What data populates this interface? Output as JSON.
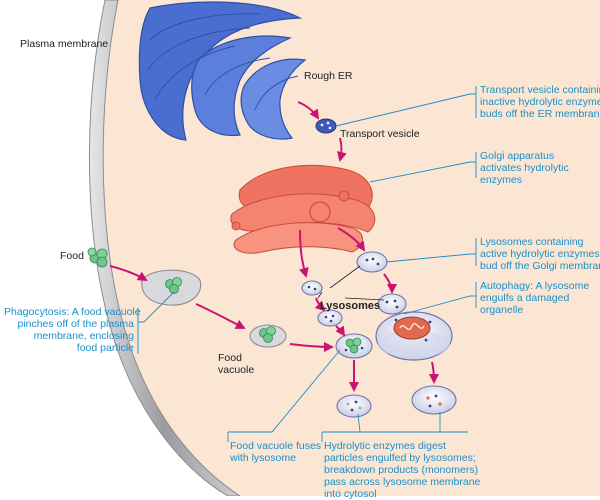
{
  "labels": {
    "plasma_membrane": "Plasma membrane",
    "rough_er": "Rough ER",
    "transport_vesicle": "Transport vesicle",
    "food": "Food",
    "lysosomes": "Lysosomes",
    "food_vacuole": [
      "Food",
      "vacuole"
    ]
  },
  "callouts": {
    "transport_vesicle_note": [
      "Transport vesicle containing",
      "inactive hydrolytic enzymes",
      "buds off the ER membrane"
    ],
    "golgi_note": [
      "Golgi apparatus",
      "activates hydrolytic",
      "enzymes"
    ],
    "lysosome_bud_note": [
      "Lysosomes containing",
      "active hydrolytic enzymes",
      "bud off the Golgi membrane"
    ],
    "autophagy_note": [
      "Autophagy: A lysosome",
      "engulfs a damaged",
      "organelle"
    ],
    "phagocytosis_note": [
      "Phagocytosis: A food vacuole",
      "pinches off of the plasma",
      "membrane, enclosing",
      "food particle"
    ],
    "fusion_note": [
      "Food vacuole fuses",
      "with lysosome"
    ],
    "digestion_note": [
      "Hydrolytic enzymes digest",
      "particles engulfed by lysosomes;",
      "breakdown products (monomers)",
      "pass across lysosome membrane",
      "into cytosol"
    ]
  },
  "colors": {
    "cytoplasm": "#fbe6d4",
    "membrane_gray": "#b8b8bc",
    "er_blue": "#4a6ecf",
    "golgi_red": "#f07260",
    "arrow_magenta": "#c8146e",
    "callout_cyan": "#1a8fc9"
  }
}
